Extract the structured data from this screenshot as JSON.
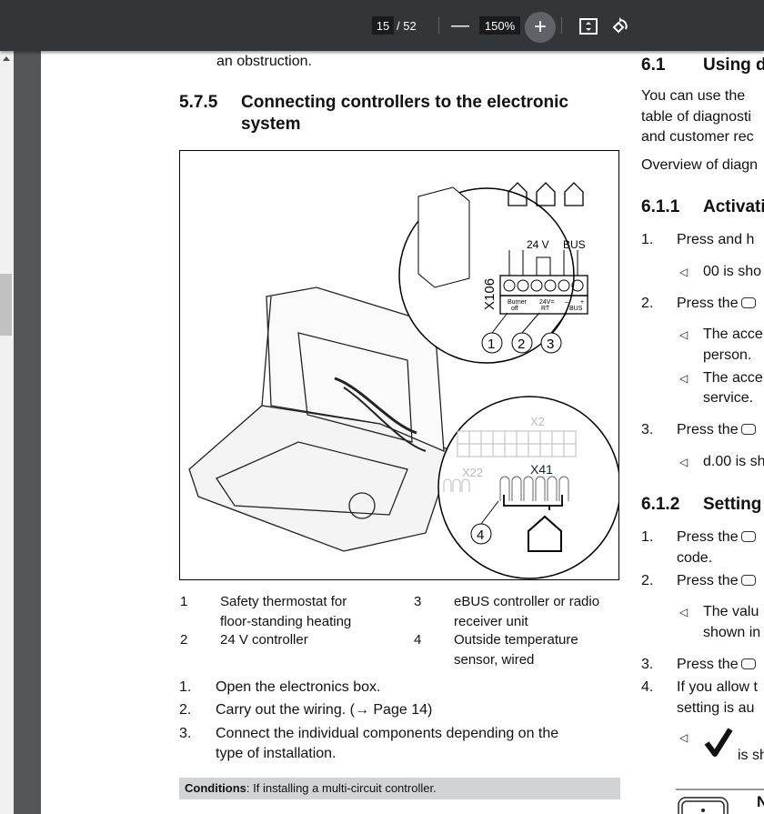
{
  "toolbar": {
    "current_page": "15",
    "total_pages": "/ 52",
    "zoom": "150%",
    "zoom_out_icon": "minus-icon",
    "zoom_in_icon": "plus-icon",
    "fit_icon": "fit-page-icon",
    "rotate_icon": "rotate-icon"
  },
  "left": {
    "prev_text": "an obstruction.",
    "section_num": "5.7.5",
    "section_title_1": "Connecting controllers to the electronic",
    "section_title_2": "system",
    "figure": {
      "labels": {
        "x106": "X106",
        "v24": "24 V",
        "bus": "BUS",
        "burner": "Burner",
        "off": "off",
        "v24rt": "24V=",
        "rt": "RT",
        "minus": "–",
        "plus": "+",
        "busl": "BUS",
        "x2": "X2",
        "x22": "X22",
        "x41": "X41",
        "c1": "1",
        "c2": "2",
        "c3": "3",
        "c4": "4"
      }
    },
    "legend": [
      {
        "num": "1",
        "text1": "Safety thermostat for",
        "text2": "floor-standing heating"
      },
      {
        "num": "2",
        "text1": "24 V controller"
      },
      {
        "num": "3",
        "text1": "eBUS controller or radio",
        "text2": "receiver unit"
      },
      {
        "num": "4",
        "text1": "Outside temperature",
        "text2": "sensor, wired"
      }
    ],
    "steps": [
      {
        "num": "1.",
        "text": "Open the electronics box."
      },
      {
        "num": "2.",
        "text": "Carry out the wiring. (→ Page 14)"
      },
      {
        "num": "3.",
        "text": "Connect the individual components depending on the",
        "text2": "type of installation."
      }
    ],
    "conditions_label": "Conditions",
    "conditions_text": ": If installing a multi-circuit controller."
  },
  "right": {
    "s61_num": "6.1",
    "s61_title": "Using d",
    "p1": "You can use the",
    "p2": "table of diagnosti",
    "p3": "and customer rec",
    "p4": "Overview of diagn",
    "s611_num": "6.1.1",
    "s611_title": "Activati",
    "a1n": "1.",
    "a1": "Press and h",
    "r1": "00 is sho",
    "a2n": "2.",
    "a2": "Press the",
    "r2a": "The acce",
    "r2b": "person.",
    "r3a": "The acce",
    "r3b": "service.",
    "a3n": "3.",
    "a3": "Press the",
    "r4": "d.00 is sh",
    "s612_num": "6.1.2",
    "s612_title": "Setting",
    "b1n": "1.",
    "b1": "Press the",
    "b1b": "code.",
    "b2n": "2.",
    "b2": "Press the",
    "r5a": "The valu",
    "r5b": "shown in",
    "b3n": "3.",
    "b3": "Press the",
    "b4n": "4.",
    "b4": "If you allow t",
    "b4b": "setting is au",
    "r6": "is sh",
    "note": "N",
    "result_marker": "◁"
  }
}
